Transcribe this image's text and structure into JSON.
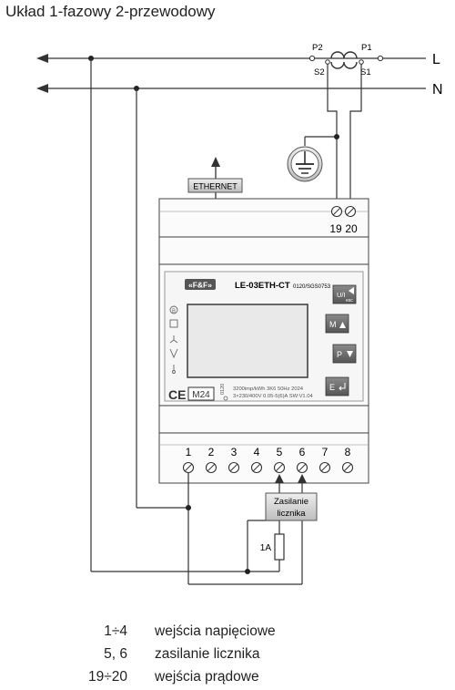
{
  "title": "Układ 1-fazowy 2-przewodowy",
  "lines": {
    "phase": "L",
    "neutral": "N"
  },
  "ct": {
    "p2": "P2",
    "p1": "P1",
    "s2": "S2",
    "s1": "S1"
  },
  "ethernet_label": "ETHERNET",
  "ct_terminals": [
    "19",
    "20"
  ],
  "meter": {
    "brand": "«F&F»",
    "model": "LE-03ETH-CT",
    "cert": "0120/SGS0753",
    "mid": "M24",
    "mid_code": "0120",
    "spec_line1": "3200imp/kWh  3K6  50Hz  2024",
    "spec_line2": "3×230/400V  0.05-5(6)A SW:V1.04",
    "buttons": {
      "u": "U/I",
      "esc": "esc",
      "m": "M",
      "p": "P",
      "e": "E"
    }
  },
  "terminals": [
    "1",
    "2",
    "3",
    "4",
    "5",
    "6",
    "7",
    "8"
  ],
  "supply_box": {
    "line1": "Zasilanie",
    "line2": "licznika"
  },
  "fuse_label": "1A",
  "legend": [
    {
      "range": "1÷4",
      "desc": "wejścia napięciowe"
    },
    {
      "range": "5, 6",
      "desc": "zasilanie licznika"
    },
    {
      "range": "19÷20",
      "desc": "wejścia prądowe"
    }
  ]
}
